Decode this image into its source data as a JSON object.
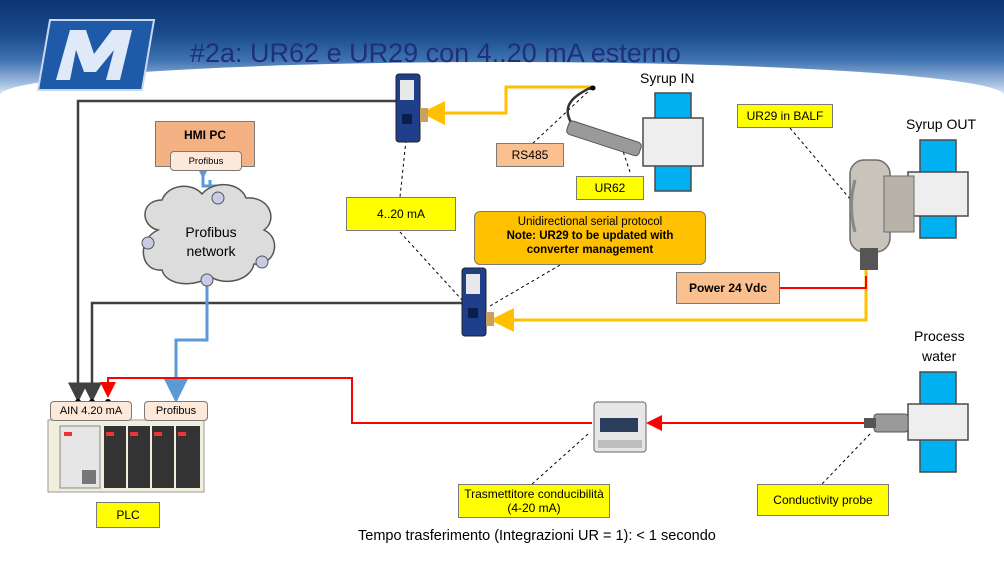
{
  "title": "#2a: UR62 e UR29 con 4..20 mA esterno",
  "labels": {
    "syrup_in": "Syrup IN",
    "syrup_out": "Syrup OUT",
    "process_water_1": "Process",
    "process_water_2": "water",
    "footer": "Tempo trasferimento (Integrazioni UR = 1): < 1 secondo"
  },
  "boxes": {
    "ur29_in_balf": "UR29 in BALF",
    "rs485": "RS485",
    "ur62": "UR62",
    "ma_4_20": "4..20 mA",
    "power": "Power 24 Vdc",
    "trasmettitore_1": "Trasmettitore conducibilità",
    "trasmettitore_2": "(4-20 mA)",
    "conductivity_probe": "Conductivity probe",
    "plc": "PLC",
    "ain": "AIN 4.20 mA",
    "plc_profibus": "Profibus"
  },
  "hmi": {
    "title": "HMI PC",
    "profibus": "Profibus"
  },
  "cloud": {
    "line1": "Profibus",
    "line2": "network"
  },
  "note": {
    "line1": "Unidirectional serial protocol",
    "line2": "Note: UR29 to be updated with",
    "line3": "converter management"
  },
  "colors": {
    "title": "#1f2f7a",
    "yellow_box": "#ffff00",
    "orange_box": "#fac090",
    "note_box": "#ffc000",
    "serial_line": "#ffc000",
    "analog_line": "#ff0000",
    "profibus_line": "#5b9bd5",
    "pipe": "#00b0f0",
    "header": "#0c3470"
  },
  "icons": [
    "company-logo-m",
    "converter-device",
    "sensor-probe",
    "pipe-segment",
    "plc-rack",
    "din-rail-transmitter",
    "cloud-network"
  ]
}
